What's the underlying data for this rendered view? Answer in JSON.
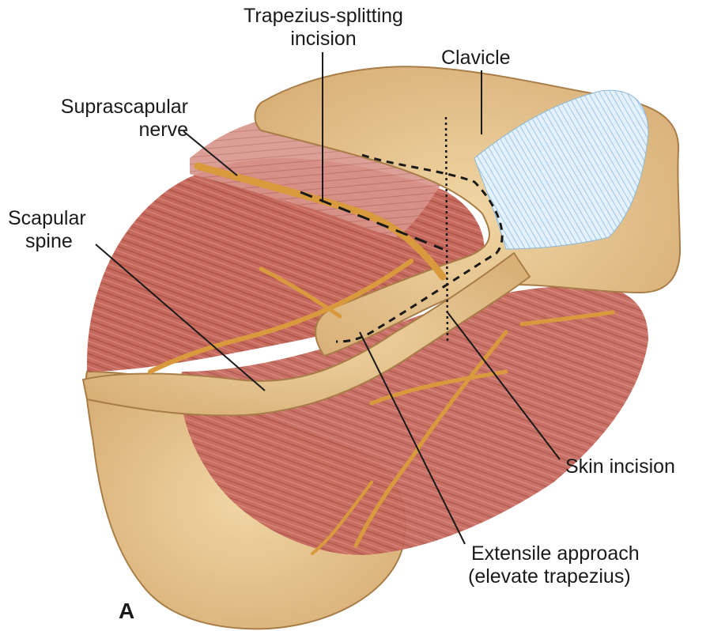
{
  "labels": {
    "trapezius_line1": "Trapezius-splitting",
    "trapezius_line2": "incision",
    "clavicle": "Clavicle",
    "suprascapular_line1": "Suprascapular",
    "suprascapular_line2": "nerve",
    "scapular_line1": "Scapular",
    "scapular_line2": "spine",
    "skin_incision": "Skin incision",
    "extensile_line1": "Extensile approach",
    "extensile_line2": "(elevate trapezius)",
    "panel": "A"
  },
  "colors": {
    "bone": "#e6c28a",
    "bone_dark": "#c9a06a",
    "muscle": "#c66a5e",
    "muscle_light": "#dc9a92",
    "nerve": "#d99a3e",
    "ligament": "#d9ecf8",
    "line": "#1a1a1a"
  }
}
